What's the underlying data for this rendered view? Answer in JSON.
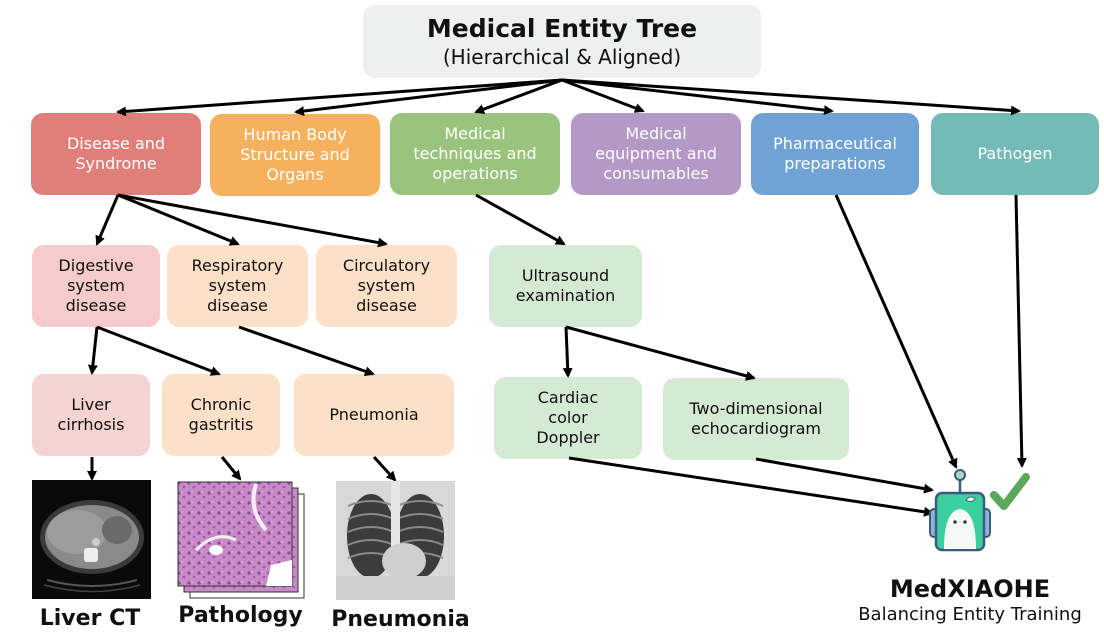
{
  "root": {
    "title": "Medical Entity Tree",
    "subtitle": "(Hierarchical & Aligned)",
    "color": "#eeefef"
  },
  "level1": [
    {
      "id": "disease",
      "label": "Disease and\nSyndrome",
      "color": "#e07f7a"
    },
    {
      "id": "body",
      "label": "Human Body\nStructure and\nOrgans",
      "color": "#f5b15e"
    },
    {
      "id": "techniques",
      "label": "Medical\ntechniques and\noperations",
      "color": "#9ac47e"
    },
    {
      "id": "equipment",
      "label": "Medical\nequipment and\nconsumables",
      "color": "#b499c7"
    },
    {
      "id": "pharma",
      "label": "Pharmaceutical\npreparations",
      "color": "#6fa3d6"
    },
    {
      "id": "pathogen",
      "label": "Pathogen",
      "color": "#74bab7"
    }
  ],
  "level2": [
    {
      "id": "digestive",
      "label": "Digestive\nsystem\ndisease",
      "color": "#f5cccb"
    },
    {
      "id": "respiratory",
      "label": "Respiratory\nsystem\ndisease",
      "color": "#fde0c8"
    },
    {
      "id": "circulatory",
      "label": "Circulatory\nsystem\ndisease",
      "color": "#fde0c8"
    },
    {
      "id": "ultrasound",
      "label": "Ultrasound\nexamination",
      "color": "#d4ead3"
    }
  ],
  "level3": [
    {
      "id": "cirrhosis",
      "label": "Liver\ncirrhosis",
      "color": "#f5d3d0"
    },
    {
      "id": "gastritis",
      "label": "Chronic\ngastritis",
      "color": "#fde0c8"
    },
    {
      "id": "pneumonia",
      "label": "Pneumonia",
      "color": "#fde0c8"
    },
    {
      "id": "doppler",
      "label": "Cardiac\ncolor\nDoppler",
      "color": "#d4ead3"
    },
    {
      "id": "echo",
      "label": "Two-dimensional\nechocardiogram",
      "color": "#d4ead3"
    }
  ],
  "images": [
    {
      "id": "liver-ct",
      "caption": "Liver CT"
    },
    {
      "id": "pathology",
      "caption": "Pathology"
    },
    {
      "id": "pneumonia-xray",
      "caption": "Pneumonia"
    }
  ],
  "model": {
    "name": "MedXIAOHE",
    "tagline": "Balancing Entity Training",
    "check_color": "#5aa85a",
    "robot_color": "#3ccfa0"
  }
}
